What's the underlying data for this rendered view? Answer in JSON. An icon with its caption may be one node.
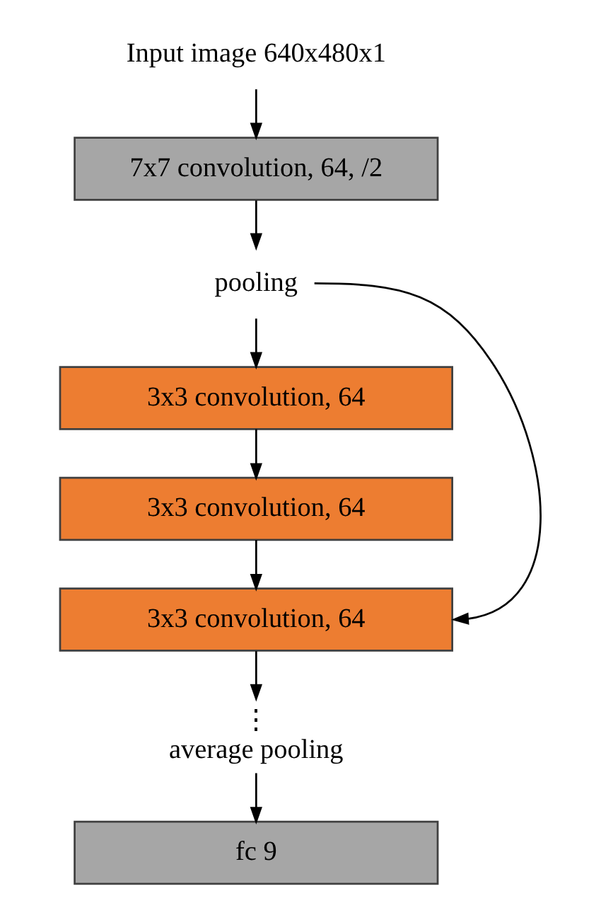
{
  "diagram": {
    "nodes": [
      {
        "text": [
          "Input image 640x480x1"
        ]
      },
      {
        "text": [
          "7x7 convolution, 64, /2"
        ]
      },
      {
        "text": [
          "pooling"
        ]
      },
      {
        "text": [
          "3x3 convolution, 64"
        ]
      },
      {
        "text": [
          "3x3 convolution, 64"
        ]
      },
      {
        "text": [
          "3x3 convolution, 64"
        ]
      },
      {
        "text": [
          "⋮",
          "average pooling"
        ]
      },
      {
        "text": [
          "fc 9"
        ]
      }
    ],
    "edges": [
      {
        "from": 0,
        "to": 1,
        "arrow": "to"
      },
      {
        "from": 1,
        "to": 2,
        "arrow": "to"
      },
      {
        "from": 2,
        "to": 3,
        "arrow": "to"
      },
      {
        "from": 3,
        "to": 4,
        "arrow": "to"
      },
      {
        "from": 4,
        "to": 5,
        "arrow": "to"
      },
      {
        "from": 2,
        "to": 5,
        "arrow": "to"
      },
      {
        "from": 5,
        "to": 6,
        "arrow": "to"
      },
      {
        "from": 6,
        "to": 7,
        "arrow": "to"
      }
    ]
  }
}
